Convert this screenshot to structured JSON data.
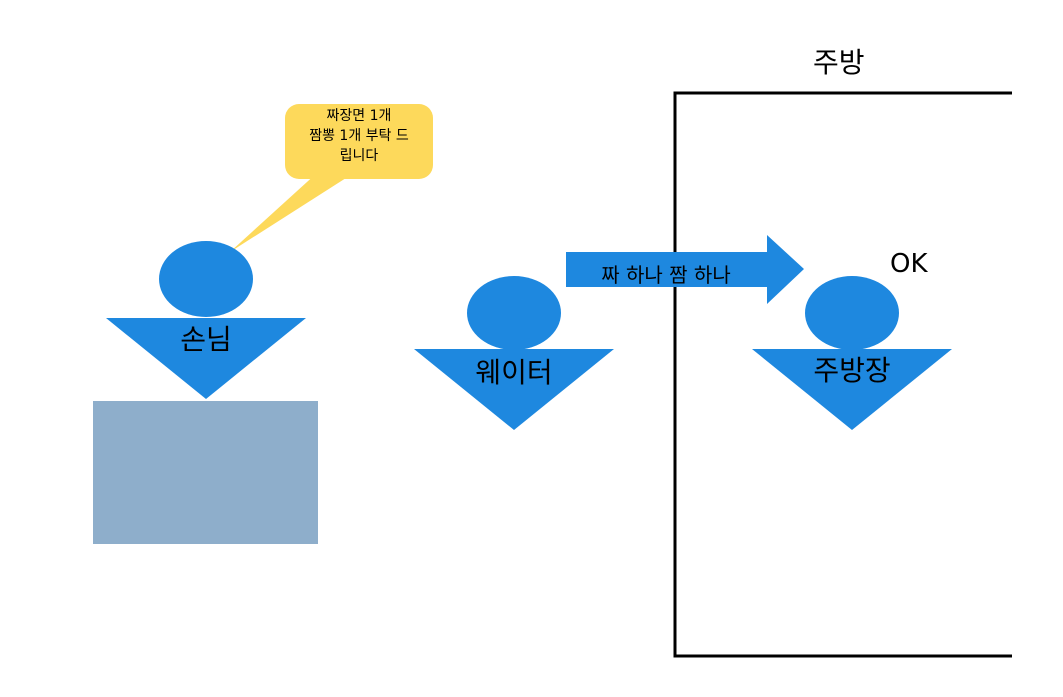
{
  "colors": {
    "figure_blue": "#1e88df",
    "table_blue": "#8eaecb",
    "bubble_yellow": "#fdd95b",
    "line_black": "#000000"
  },
  "kitchen": {
    "title": "주방"
  },
  "customer": {
    "label": "손님",
    "speech_lines": [
      "짜장면 1개",
      "짬뽕 1개 부탁 드",
      "립니다"
    ]
  },
  "waiter": {
    "label": "웨이터"
  },
  "arrow": {
    "label": "짜 하나 짬 하나"
  },
  "chef": {
    "label": "주방장",
    "reply": "OK"
  }
}
